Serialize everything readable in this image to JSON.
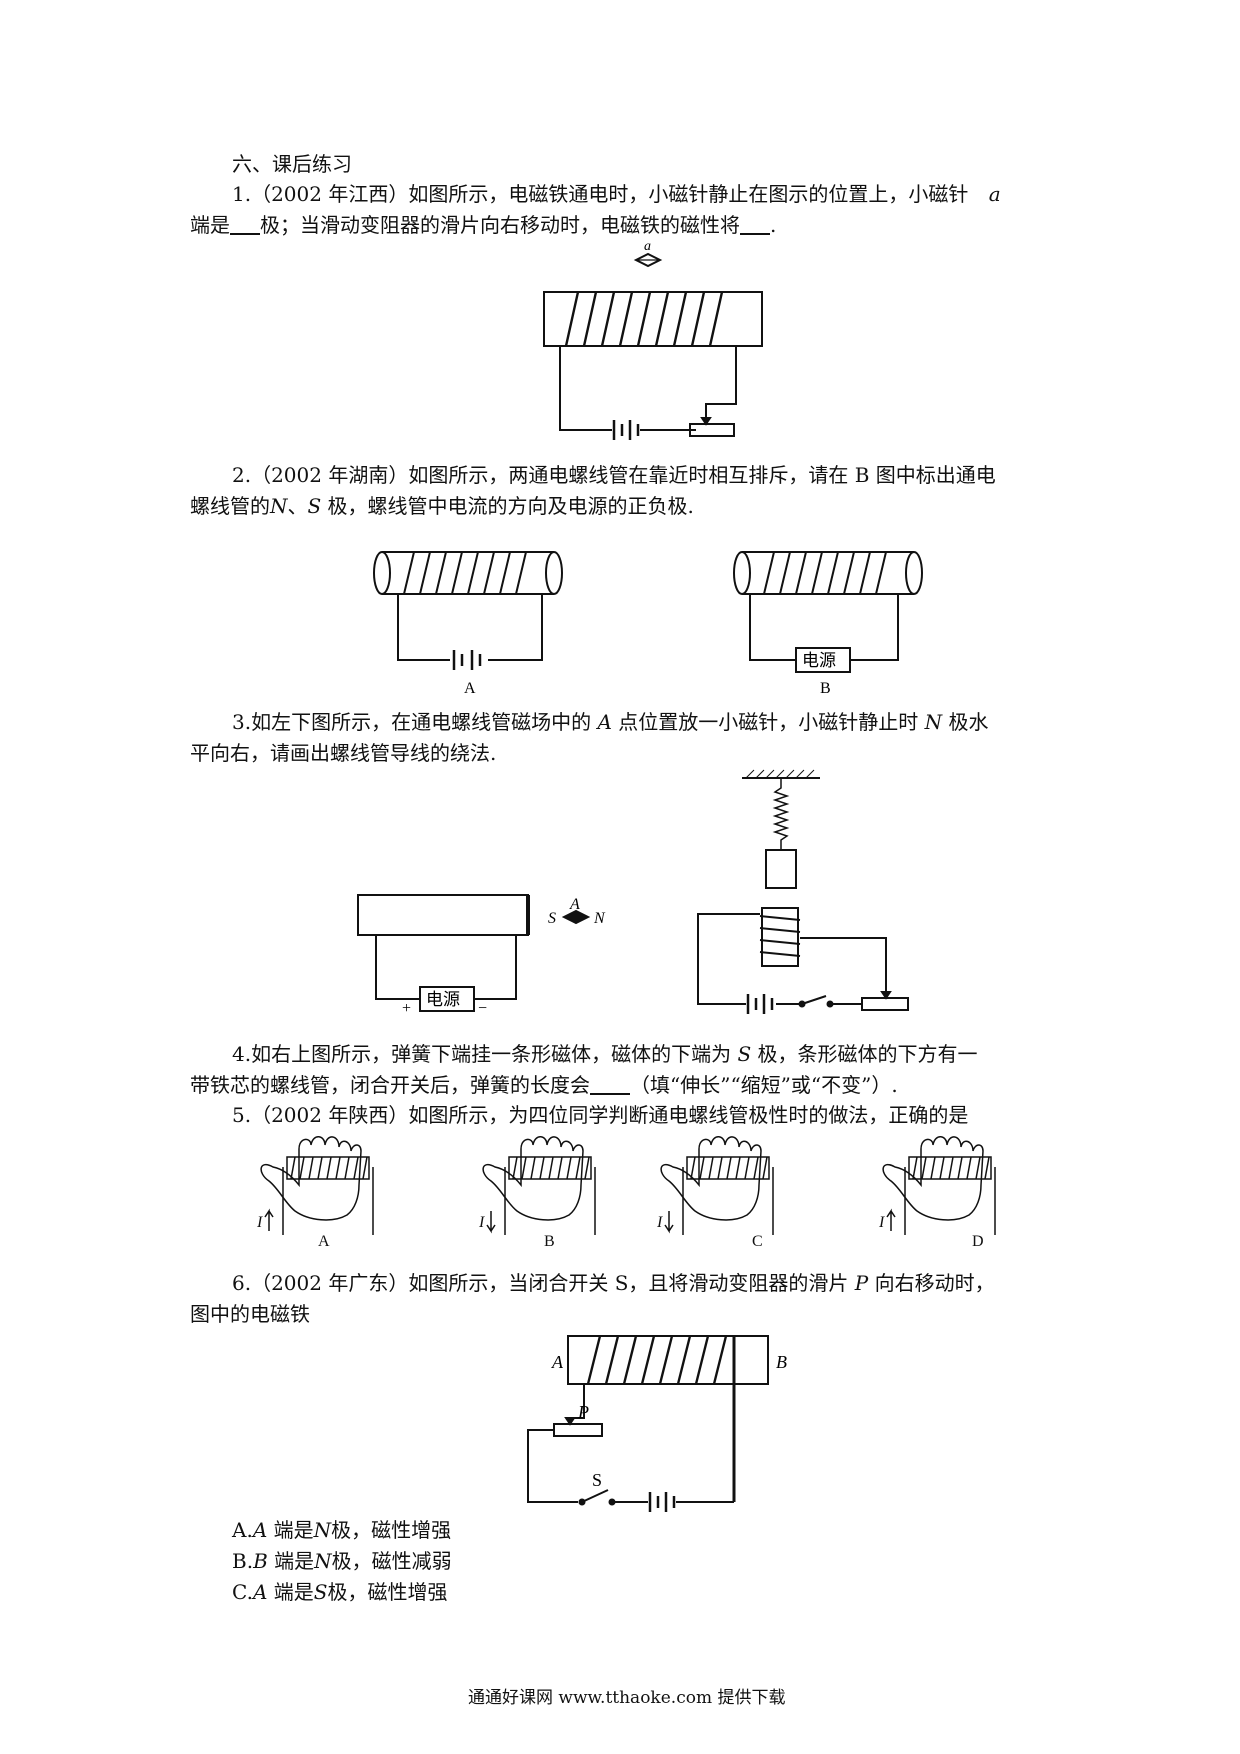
{
  "section_title": "六、课后练习",
  "q1": {
    "line1": "1.（2002 年江西）如图所示，电磁铁通电时，小磁针静止在图示的位置上，小磁针",
    "var_a": "a",
    "line2_a": "端是",
    "line2_b": "极；当滑动变阻器的滑片向右移动时，电磁铁的磁性将",
    "line2_end": ".",
    "fig_label_a": "a"
  },
  "q2": {
    "line1": "2.（2002 年湖南）如图所示，两通电螺线管在靠近时相互排斥，请在 B 图中标出通电",
    "line2_a": "螺线管的",
    "var_n": "N",
    "sep": "、",
    "var_s": "S",
    "line2_b": " 极，螺线管中电流的方向及电源的正负极.",
    "fig_a": "A",
    "fig_b": "B",
    "power_label": "电源"
  },
  "q3": {
    "line1_a": "3.如左下图所示，在通电螺线管磁场中的",
    "var_a": "A",
    "line1_b": "点位置放一小磁针，小磁针静止时",
    "var_n": "N",
    "line1_c": "极水",
    "line2": "平向右，请画出螺线管导线的绕法.",
    "fig_a": "A",
    "fig_s": "S",
    "fig_n": "N",
    "power_label": "电源",
    "plus": "+",
    "minus": "−"
  },
  "q4": {
    "line1_a": "4.如右上图所示，弹簧下端挂一条形磁体，磁体的下端为",
    "var_s": "S",
    "line1_b": "极，条形磁体的下方有一",
    "line2_a": "带铁芯的螺线管，闭合开关后，弹簧的长度会",
    "line2_b": "（填“伸长”“缩短”或“不变”）."
  },
  "q5": {
    "line1": "5.（2002 年陕西）如图所示，为四位同学判断通电螺线管极性时的做法，正确的是",
    "labels": [
      "A",
      "B",
      "C",
      "D"
    ],
    "current": "I"
  },
  "q6": {
    "line1_a": "6.（2002 年广东）如图所示，当闭合开关 S，且将滑动变阻器的滑片",
    "var_p": "P",
    "line1_b": "向右移动时，",
    "line2": "图中的电磁铁",
    "fig_a": "A",
    "fig_b": "B",
    "fig_p": "P",
    "fig_s": "S",
    "options": [
      {
        "letter": "A.",
        "var": "A",
        "mid": "端是",
        "pole": "N",
        "end": "极，磁性增强"
      },
      {
        "letter": "B.",
        "var": "B",
        "mid": "端是",
        "pole": "N",
        "end": "极，磁性减弱"
      },
      {
        "letter": "C.",
        "var": "A",
        "mid": "端是",
        "pole": "S",
        "end": "极，磁性增强"
      }
    ]
  },
  "footer": "通通好课网 www.tthaoke.com 提供下载"
}
